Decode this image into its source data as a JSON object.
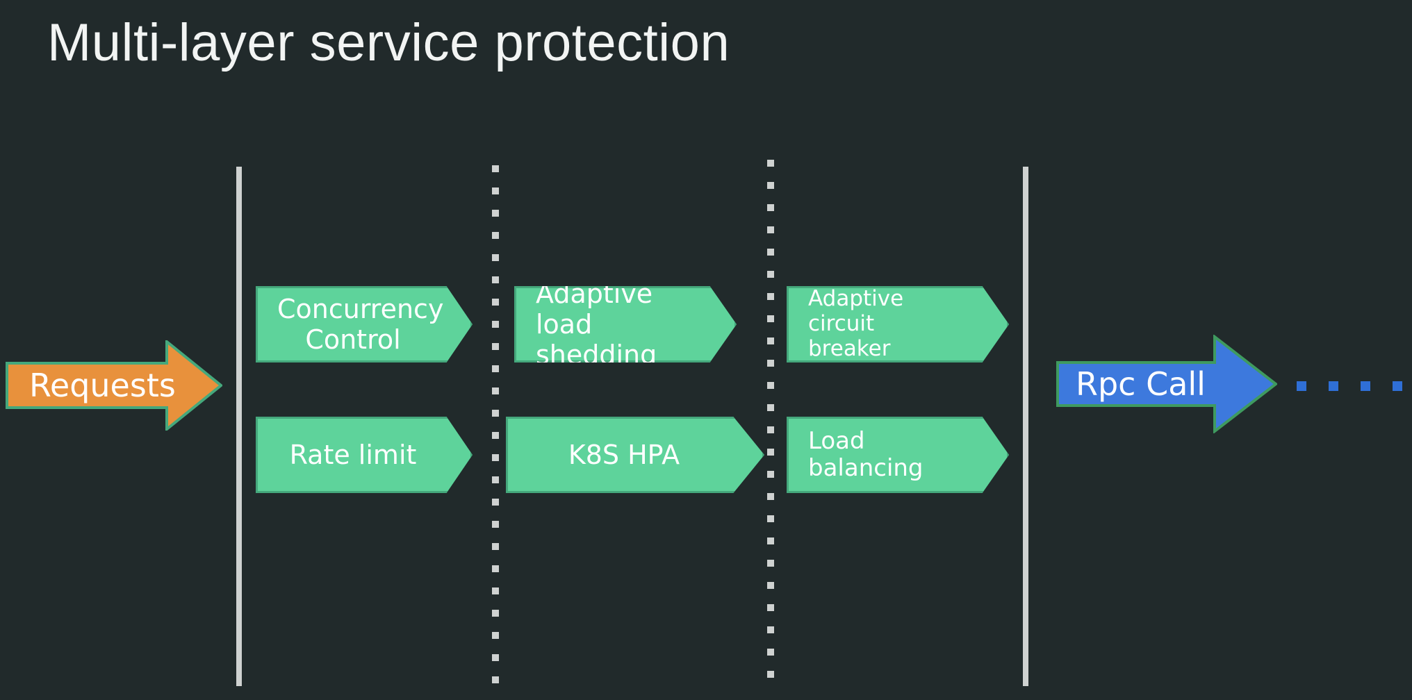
{
  "slide": {
    "title": "Multi-layer service protection",
    "background_color": "#212a2b",
    "title_color": "#f2f4f3"
  },
  "colors": {
    "green_fill": "#5ed39b",
    "green_border": "#45a87c",
    "orange_fill": "#e8913c",
    "blue_fill": "#3d79dd",
    "line_gray": "#cfd2d1",
    "dot_blue": "#2f6fd6",
    "text_white": "#ffffff"
  },
  "entry": {
    "label": "Requests",
    "shape": "block-arrow-right",
    "fill": "#e8913c"
  },
  "stages": [
    {
      "name": "stage-1",
      "divider": "solid-line-left",
      "items": [
        {
          "label": "Concurrency\nControl",
          "align": "center"
        },
        {
          "label": "Rate limit",
          "align": "center"
        }
      ]
    },
    {
      "name": "stage-2",
      "divider": "dotted-line-left",
      "items": [
        {
          "label": "Adaptive load\nshedding",
          "align": "left"
        },
        {
          "label": "K8S HPA",
          "align": "center"
        }
      ]
    },
    {
      "name": "stage-3",
      "divider": "dotted-line-left",
      "items": [
        {
          "label": "Adaptive circuit\nbreaker",
          "align": "left"
        },
        {
          "label": "Load balancing",
          "align": "left"
        }
      ]
    }
  ],
  "exit": {
    "label": "Rpc Call",
    "shape": "block-arrow-right",
    "fill": "#3d79dd",
    "trailing_dots": 4
  },
  "dividers": {
    "left_solid_line": "solid",
    "right_solid_line": "solid",
    "middle_dotted_1": "dotted",
    "middle_dotted_2": "dotted"
  }
}
